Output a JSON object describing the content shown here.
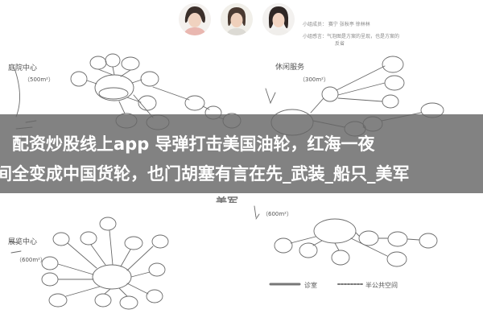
{
  "header": {
    "member_line": "小组成员：     赛宁   张秋亭   徐林林",
    "intro_line_1": "小组感言：气泡图是方案的呈现，也是方案的",
    "intro_line_2": "反省"
  },
  "headline": {
    "line1": "配资炒股线上app 导弹打击美国油轮，红海一夜",
    "line2": "间全变成中国货轮，也门胡塞有言在先_武装_船只_美军",
    "tail": "美军"
  },
  "sketch": {
    "zone_left_top": "庭院中心",
    "zone_left_top_area": "（500m²）",
    "zone_right_top": "休闲服务",
    "zone_right_top_area": "（300m²）",
    "zone_left_bottom": "展览中心",
    "zone_left_bottom_area": "（600m²）",
    "zone_right_bottom_area": "（600m²）",
    "legend_1": "诊室",
    "legend_2": "半公共空间"
  },
  "colors": {
    "banner": "#666666",
    "headline_text": "#ffffff",
    "sketch_ink": "#555555"
  }
}
